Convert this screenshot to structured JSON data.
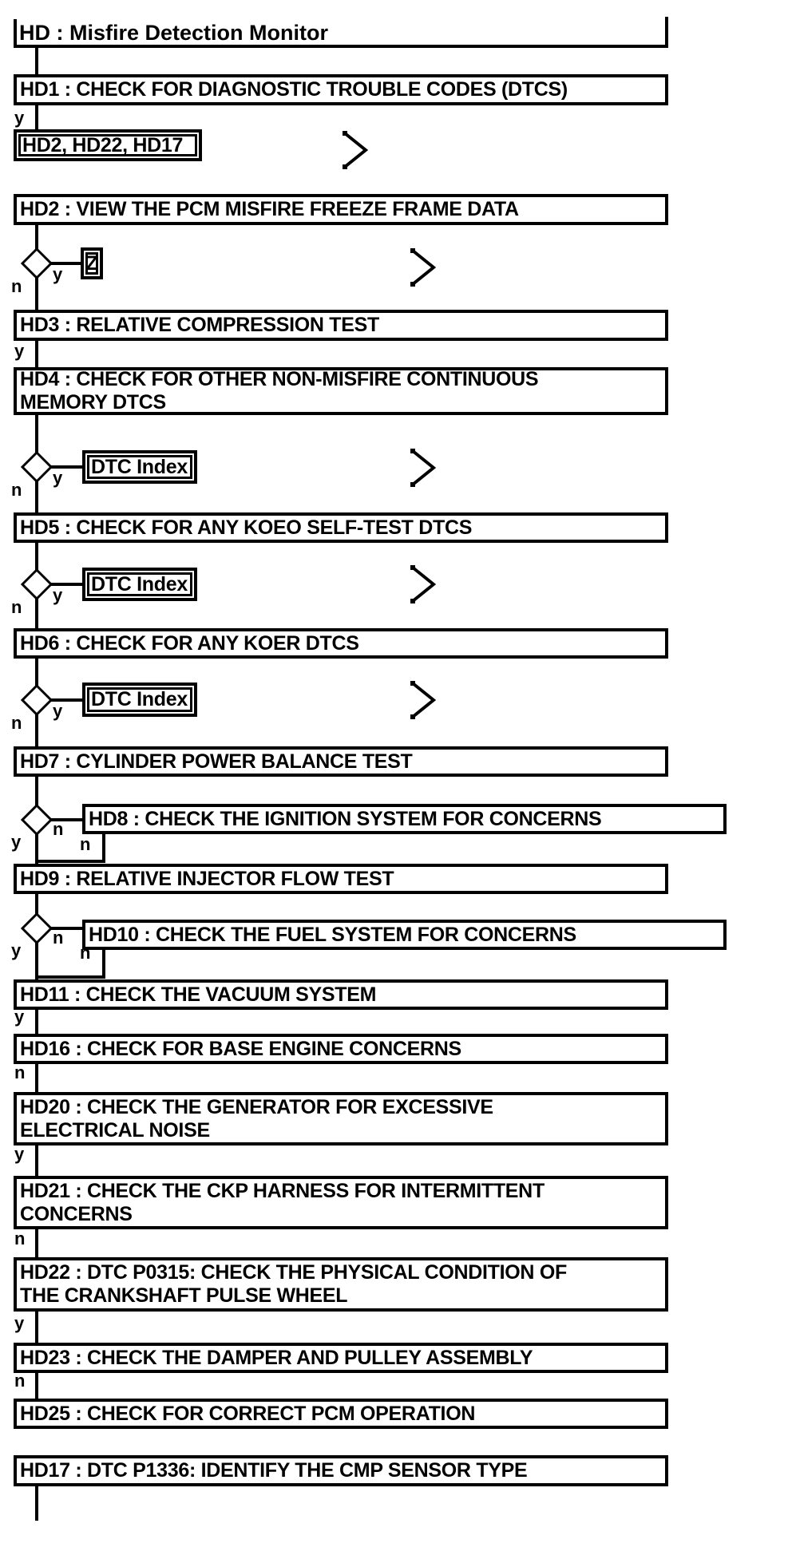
{
  "diagram": {
    "title": "HD : Misfire Detection Monitor",
    "branch_labels": {
      "yes": "y",
      "no": "n"
    },
    "steps": {
      "hd1": "HD1 : CHECK FOR DIAGNOSTIC TROUBLE CODES (DTCS)",
      "hd2": "HD2 : VIEW THE PCM MISFIRE FREEZE FRAME DATA",
      "hd3": "HD3 : RELATIVE COMPRESSION TEST",
      "hd4": "HD4 : CHECK FOR OTHER NON-MISFIRE CONTINUOUS\nMEMORY DTCS",
      "hd5": "HD5 : CHECK FOR ANY KOEO SELF-TEST DTCS",
      "hd6": "HD6 : CHECK FOR ANY KOER DTCS",
      "hd7": "HD7 : CYLINDER POWER BALANCE TEST",
      "hd8": "HD8 : CHECK THE IGNITION SYSTEM FOR CONCERNS",
      "hd9": "HD9 : RELATIVE INJECTOR FLOW TEST",
      "hd10": "HD10 : CHECK THE FUEL SYSTEM FOR CONCERNS",
      "hd11": "HD11 : CHECK THE VACUUM SYSTEM",
      "hd16": "HD16 : CHECK FOR BASE ENGINE CONCERNS",
      "hd20": "HD20 : CHECK THE GENERATOR FOR EXCESSIVE\nELECTRICAL NOISE",
      "hd21": "HD21 : CHECK THE CKP HARNESS FOR INTERMITTENT\nCONCERNS",
      "hd22": "HD22 : DTC P0315: CHECK THE PHYSICAL CONDITION OF\nTHE CRANKSHAFT PULSE WHEEL",
      "hd23": "HD23 : CHECK THE DAMPER AND PULLEY ASSEMBLY",
      "hd25": "HD25 : CHECK FOR CORRECT PCM OPERATION",
      "hd17": "HD17 : DTC P1336: IDENTIFY THE CMP SENSOR TYPE"
    },
    "references": {
      "entry_points": "HD2, HD22, HD17",
      "z": "Z",
      "dtc_index": "DTC Index"
    },
    "colors": {
      "line": "#000000",
      "background": "#ffffff"
    }
  }
}
